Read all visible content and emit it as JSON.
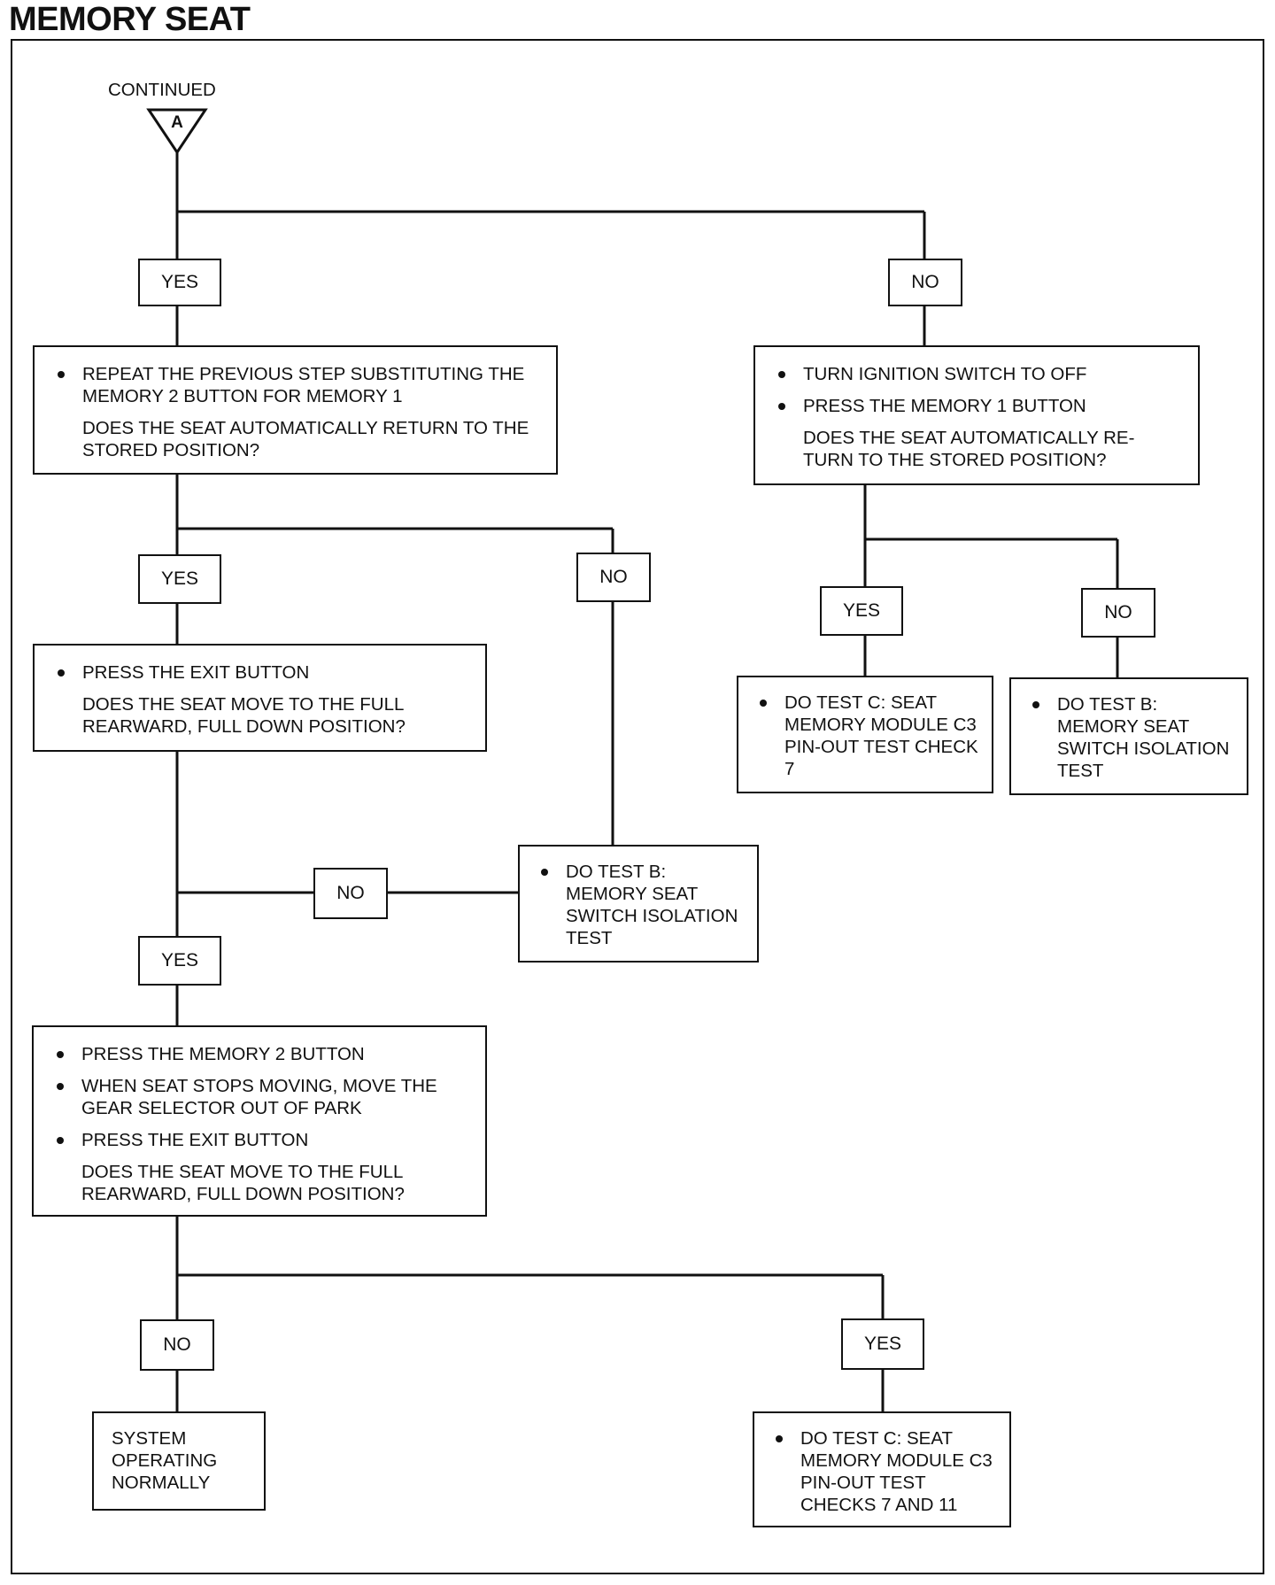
{
  "title": "MEMORY SEAT",
  "connector": {
    "caption": "CONTINUED",
    "letter": "A"
  },
  "labels": {
    "yes": "YES",
    "no": "NO"
  },
  "steps": {
    "s1": {
      "bullets": [
        "REPEAT THE PREVIOUS STEP SUBSTITUTING THE MEMORY 2 BUTTON FOR MEMORY 1"
      ],
      "question": "DOES THE SEAT AUTOMATICALLY RETURN TO THE STORED POSITION?"
    },
    "s2": {
      "bullets": [
        "TURN IGNITION SWITCH TO OFF",
        "PRESS THE MEMORY 1 BUTTON"
      ],
      "question": "DOES THE SEAT AUTOMATICALLY RE-TURN TO THE STORED POSITION?"
    },
    "s3": {
      "bullets": [
        "PRESS THE EXIT BUTTON"
      ],
      "question": "DOES THE SEAT MOVE TO THE FULL REARWARD, FULL DOWN POSITION?"
    },
    "s4": {
      "bullets": [
        "PRESS THE MEMORY 2 BUTTON",
        "WHEN SEAT STOPS MOVING, MOVE THE GEAR SELECTOR OUT OF PARK",
        "PRESS THE EXIT BUTTON"
      ],
      "question": "DOES THE SEAT MOVE TO THE FULL REARWARD, FULL DOWN POSITION?"
    }
  },
  "results": {
    "test_c_check7": "DO TEST C: SEAT MEMORY MODULE C3 PIN-OUT TEST CHECK 7",
    "test_b_right": "DO TEST B: MEMORY SEAT SWITCH ISOLATION TEST",
    "test_b_mid": "DO TEST B: MEMORY SEAT SWITCH ISOLATION TEST",
    "system_normal": "SYSTEM OPERATING NORMALLY",
    "test_c_checks": "DO TEST C: SEAT MEMORY MODULE C3 PIN-OUT TEST CHECKS 7 AND 11"
  }
}
